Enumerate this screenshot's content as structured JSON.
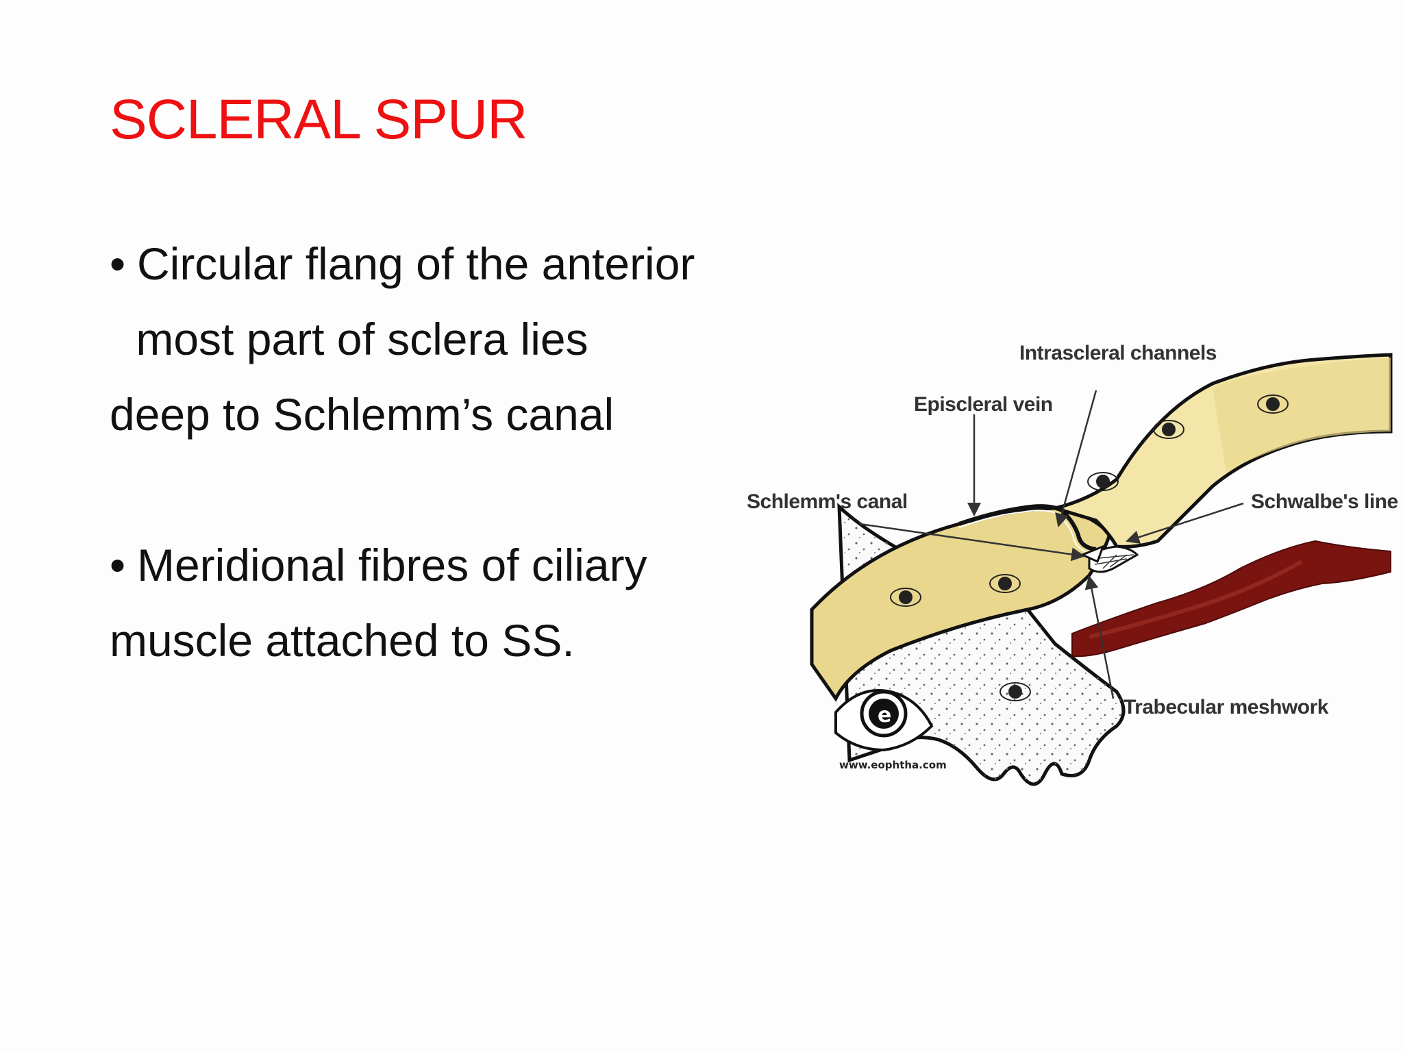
{
  "slide": {
    "title": "SCLERAL SPUR",
    "bullets": [
      {
        "marker": "•",
        "lines": [
          "Circular flang of the anterior",
          " most part of sclera lies",
          "deep to Schlemm’s canal"
        ]
      },
      {
        "marker": "•",
        "lines": [
          "Meridional fibres of ciliary",
          "muscle attached to SS."
        ]
      }
    ]
  },
  "diagram": {
    "labels": {
      "intrascleral": "Intrascleral channels",
      "episcleral": "Episcleral vein",
      "schlemm": "Schlemm's canal",
      "schwalbe": "Schwalbe's line",
      "trabecular": "Trabecular meshwork"
    },
    "watermark": "www.eophtha.com",
    "colors": {
      "sclera": "#e9d78e",
      "cornea": "#f3e6a8",
      "iris": "#7a1410",
      "title": "#ee1111"
    }
  }
}
